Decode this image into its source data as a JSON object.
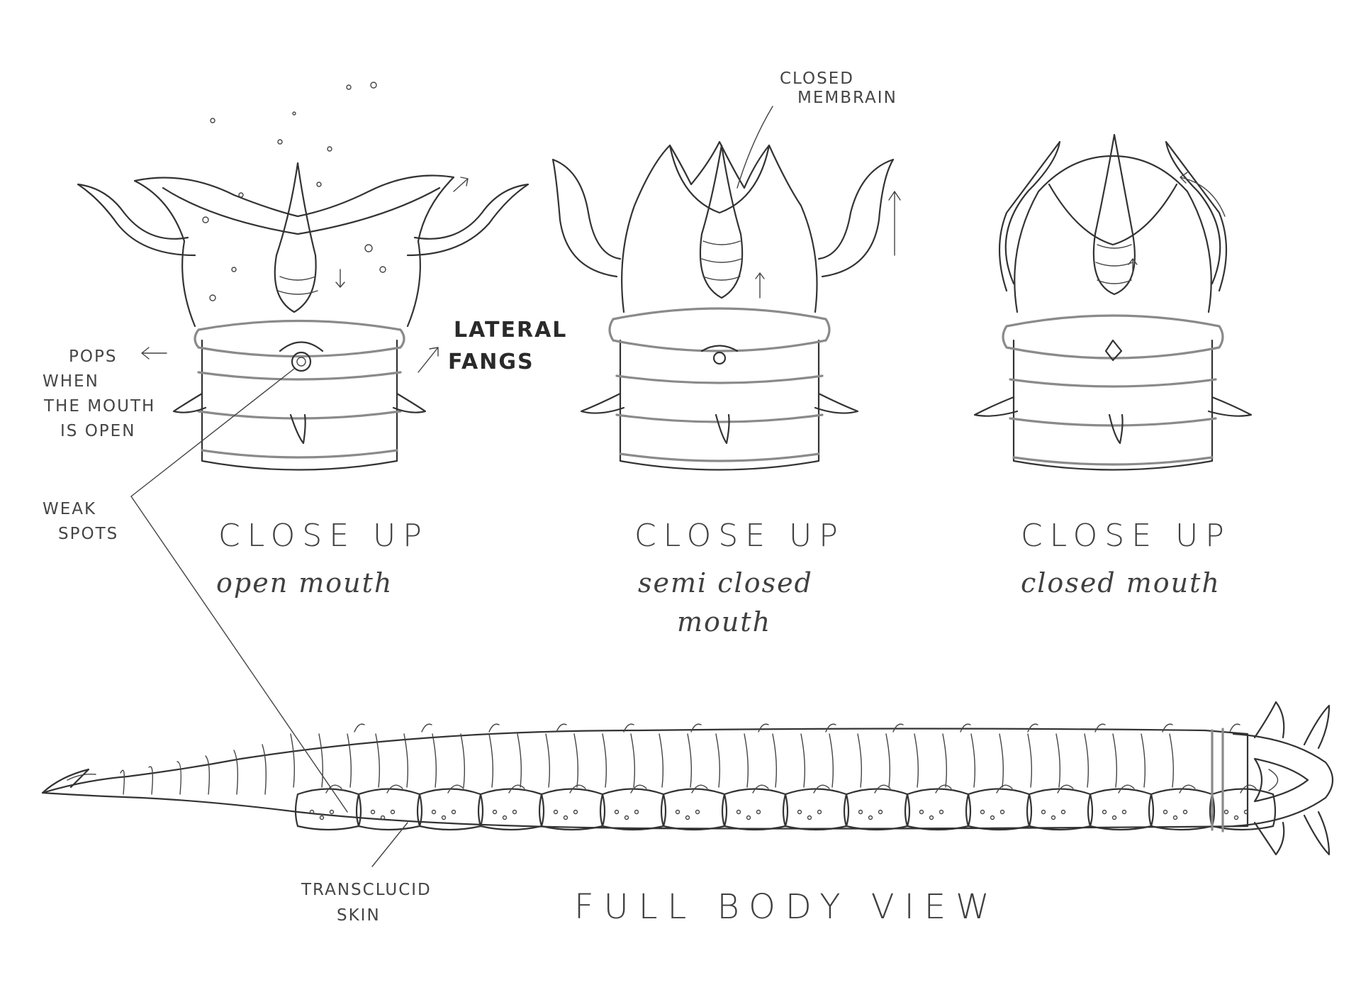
{
  "annotations": {
    "closed_membrain": [
      "CLOSED",
      "MEMBRAIN"
    ],
    "pops": [
      "POPS",
      "WHEN",
      "THE MOUTH",
      "IS OPEN"
    ],
    "lateral_fangs": [
      "LATERAL",
      "FANGS"
    ],
    "weak_spots": [
      "WEAK",
      "SPOTS"
    ],
    "transclucid_skin": [
      "TRANSCLUCID",
      "SKIN"
    ]
  },
  "panels": [
    {
      "title": "CLOSE UP",
      "caption_lines": [
        "open mouth"
      ]
    },
    {
      "title": "CLOSE UP",
      "caption_lines": [
        "semi closed",
        "mouth"
      ]
    },
    {
      "title": "CLOSE UP",
      "caption_lines": [
        "closed mouth"
      ]
    }
  ],
  "full_body_title": "FULL BODY VIEW",
  "colors": {
    "ink": "#333333",
    "grey_ink": "#8a8a8a",
    "paper": "#ffffff"
  }
}
